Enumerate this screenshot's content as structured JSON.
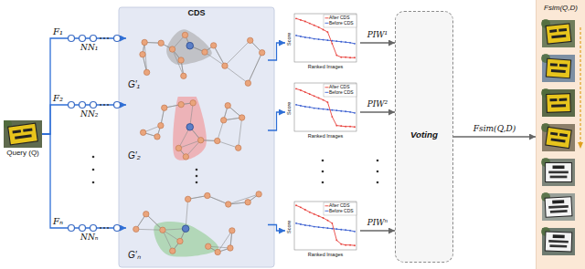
{
  "diagram": {
    "nodes": [
      {
        "text": [
          "Query (Q)"
        ]
      },
      {
        "text": [
          "CDS"
        ]
      },
      {
        "text": [
          "G′₁"
        ],
        "in": 1
      },
      {
        "text": [
          "G′₂"
        ],
        "in": 1
      },
      {
        "text": [
          "G′ₙ"
        ],
        "in": 1
      },
      {
        "text": [
          "After CDS",
          "Before CDS",
          "Score",
          "Ranked Images"
        ]
      },
      {
        "text": [
          "After CDS",
          "Before CDS",
          "Score",
          "Ranked Images"
        ]
      },
      {
        "text": [
          "After CDS",
          "Before CDS",
          "Score",
          "Ranked Images"
        ]
      },
      {
        "text": [
          "Voting"
        ]
      },
      {
        "text": [
          "Fsim(Q,D)"
        ]
      }
    ],
    "edges": [
      {
        "from": 0,
        "to": 2,
        "arrow": "to",
        "label": "F₁"
      },
      {
        "from": 0,
        "to": 3,
        "arrow": "to",
        "label": "F₂"
      },
      {
        "from": 0,
        "to": 4,
        "arrow": "to",
        "label": "Fₙ"
      },
      {
        "from": 2,
        "to": 5,
        "arrow": "to"
      },
      {
        "from": 3,
        "to": 6,
        "arrow": "to"
      },
      {
        "from": 4,
        "to": 7,
        "arrow": "to"
      },
      {
        "from": 5,
        "to": 8,
        "arrow": "to",
        "label": "PIW¹"
      },
      {
        "from": 6,
        "to": 8,
        "arrow": "to",
        "label": "PIW²"
      },
      {
        "from": 7,
        "to": 8,
        "arrow": "to",
        "label": "PIWⁿ"
      },
      {
        "from": 8,
        "to": 9,
        "arrow": "to",
        "label": "Fsim(Q,D)"
      }
    ],
    "labels": [
      "NN₁",
      "NN₂",
      "NNₙ"
    ]
  }
}
